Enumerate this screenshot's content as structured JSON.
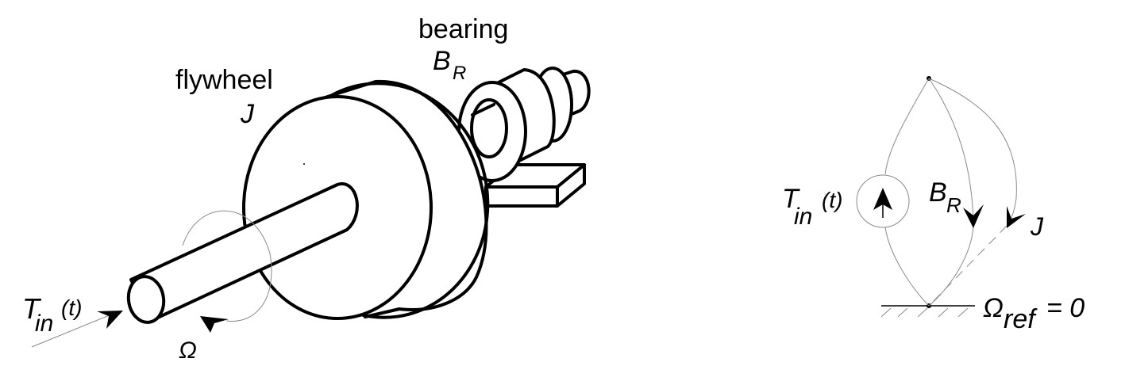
{
  "mechanical": {
    "bearing_label": "bearing",
    "bearing_symbol": "B",
    "bearing_subscript": "R",
    "flywheel_label": "flywheel",
    "flywheel_symbol": "J",
    "torque_symbol": "T",
    "torque_subscript": "in",
    "torque_arg": "(t)",
    "speed_symbol": "Ω"
  },
  "network": {
    "source_symbol": "T",
    "source_subscript": "in",
    "source_arg": "(t)",
    "bearing_symbol": "B",
    "bearing_subscript": "R",
    "inertia_symbol": "J",
    "ref_symbol": "Ω",
    "ref_subscript": "ref",
    "ref_value": "= 0"
  },
  "colors": {
    "line": "#000000",
    "thin_line": "#8a8a8a",
    "background": "#ffffff"
  }
}
